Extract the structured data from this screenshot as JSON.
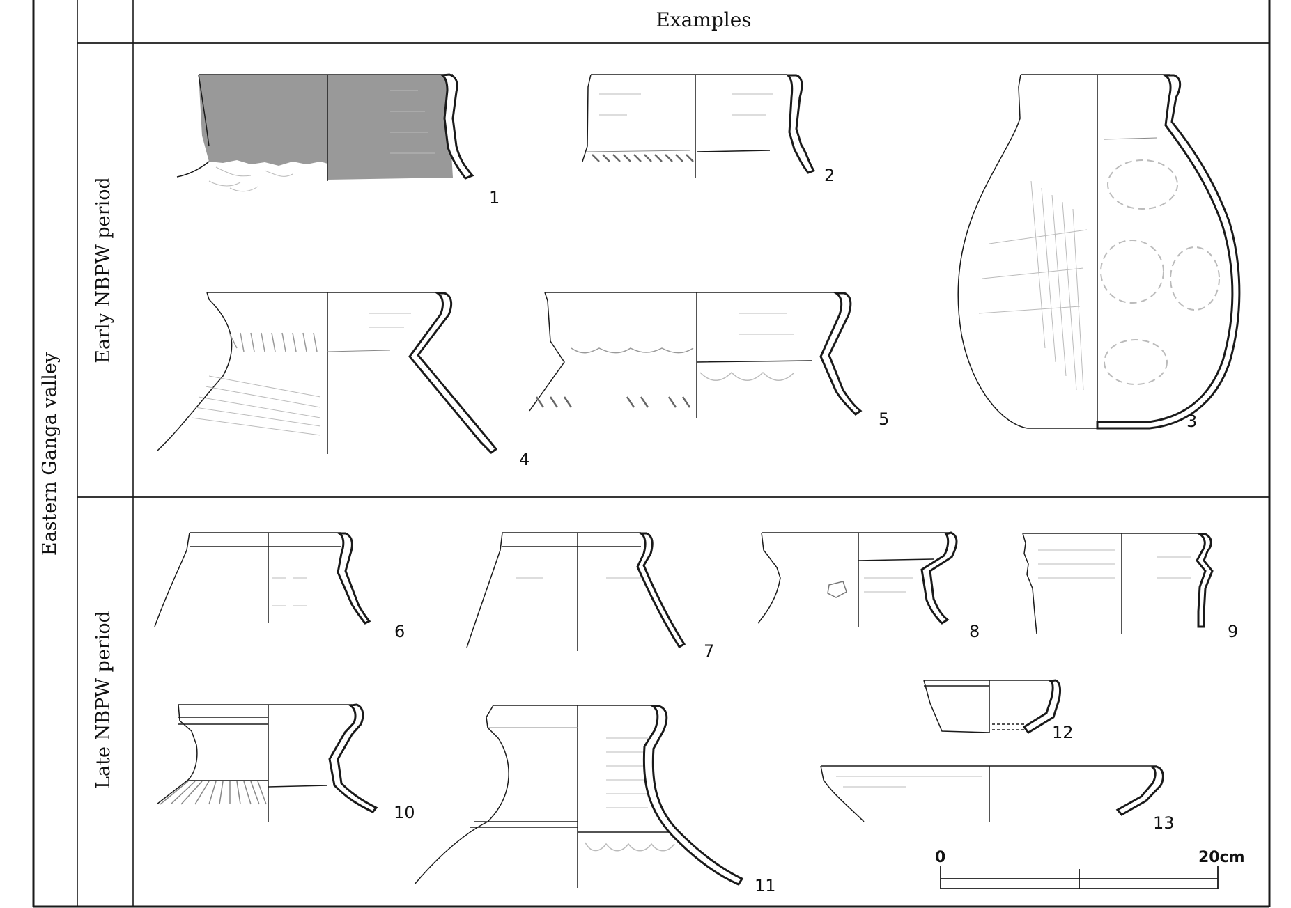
{
  "header": {
    "examples": "Examples"
  },
  "row_labels": {
    "region": "Eastern Ganga valley",
    "early": "Early NBPW period",
    "late": "Late NBPW period"
  },
  "vessels": [
    {
      "number": "1"
    },
    {
      "number": "2"
    },
    {
      "number": "3"
    },
    {
      "number": "4"
    },
    {
      "number": "5"
    },
    {
      "number": "6"
    },
    {
      "number": "7"
    },
    {
      "number": "8"
    },
    {
      "number": "9"
    },
    {
      "number": "10"
    },
    {
      "number": "11"
    },
    {
      "number": "12"
    },
    {
      "number": "13"
    }
  ],
  "scale_bar": {
    "start_label": "0",
    "end_label": "20cm"
  },
  "colors": {
    "line": "#1a1a1a",
    "slip_fill": "#999999",
    "hatch": "#9a9a9a"
  }
}
